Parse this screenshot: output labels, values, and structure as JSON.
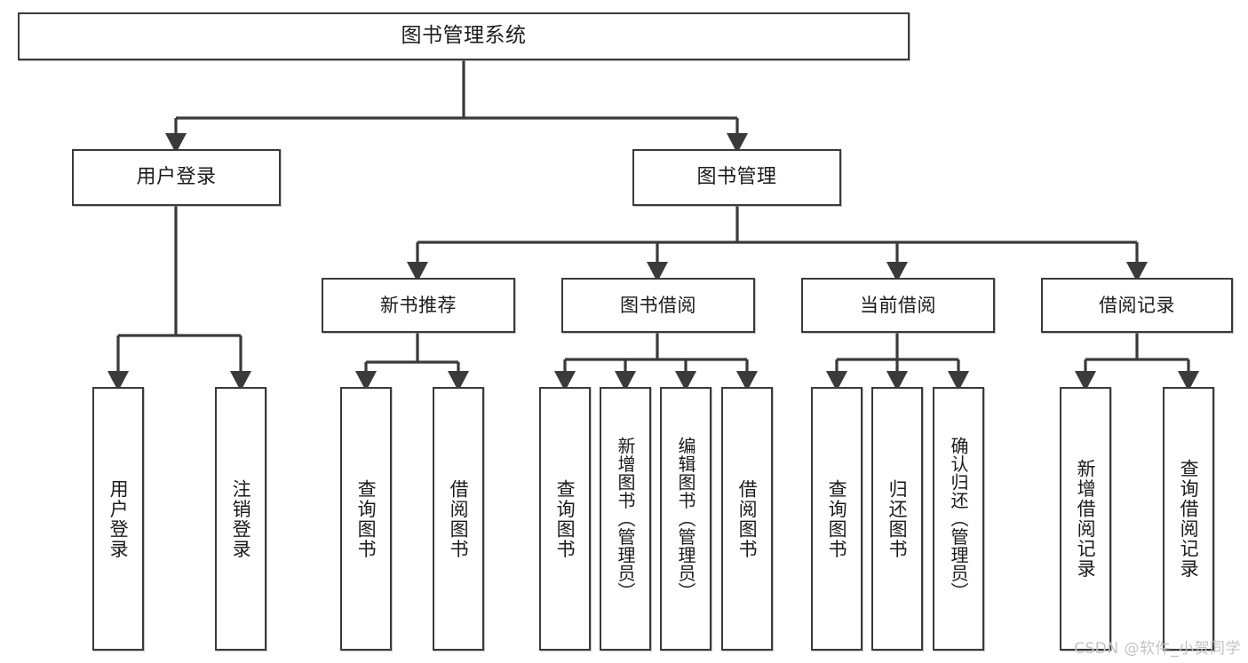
{
  "diagram": {
    "type": "tree",
    "title": "图书管理系统",
    "watermark": "CSDN @软件_小贺同学",
    "colors": {
      "node_border": "#3a3a3a",
      "node_fill": "#ffffff",
      "connector": "#3a3a3a",
      "watermark": "#c3c3c3"
    },
    "root": {
      "label": "图书管理系统"
    },
    "level2": [
      {
        "label": "用户登录"
      },
      {
        "label": "图书管理"
      }
    ],
    "level3": [
      {
        "label": "新书推荐"
      },
      {
        "label": "图书借阅"
      },
      {
        "label": "当前借阅"
      },
      {
        "label": "借阅记录"
      }
    ],
    "leaves": {
      "user_login": [
        {
          "label": "用户登录"
        },
        {
          "label": "注销登录"
        }
      ],
      "new_book_recommend": [
        {
          "label": "查询图书"
        },
        {
          "label": "借阅图书"
        }
      ],
      "book_borrow": [
        {
          "label": "查询图书"
        },
        {
          "label": "新增图书（管理员）"
        },
        {
          "label": "编辑图书（管理员）"
        },
        {
          "label": "借阅图书"
        }
      ],
      "current_borrow": [
        {
          "label": "查询图书"
        },
        {
          "label": "归还图书"
        },
        {
          "label": "确认归还（管理员）"
        }
      ],
      "borrow_record": [
        {
          "label": "新增借阅记录"
        },
        {
          "label": "查询借阅记录"
        }
      ]
    }
  }
}
